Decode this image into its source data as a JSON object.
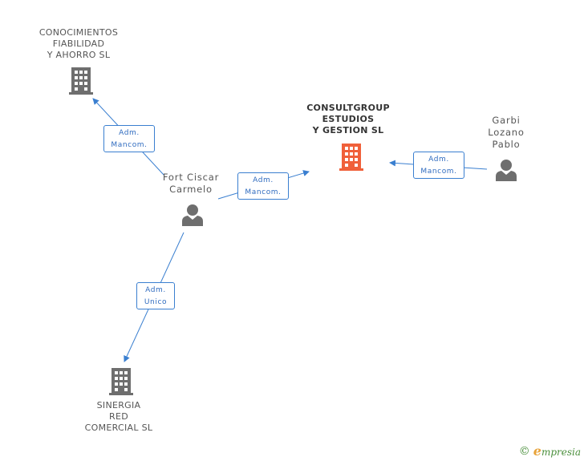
{
  "nodes": {
    "conocimientos": {
      "label": "CONOCIMIENTOS\nFIABILIDAD\nY AHORRO SL",
      "type": "company",
      "color": "#6e6e6e"
    },
    "consultgroup": {
      "label": "CONSULTGROUP\nESTUDIOS\nY GESTION  SL",
      "type": "company",
      "color": "#f0603a"
    },
    "fort": {
      "label": "Fort Ciscar\nCarmelo",
      "type": "person",
      "color": "#6e6e6e"
    },
    "garbi": {
      "label": "Garbi\nLozano\nPablo",
      "type": "person",
      "color": "#6e6e6e"
    },
    "sinergia": {
      "label": "SINERGIA\nRED\nCOMERCIAL SL",
      "type": "company",
      "color": "#6e6e6e"
    }
  },
  "edges": [
    {
      "from": "fort",
      "to": "conocimientos",
      "label_line1": "Adm.",
      "label_line2": "Mancom."
    },
    {
      "from": "fort",
      "to": "consultgroup",
      "label_line1": "Adm.",
      "label_line2": "Mancom."
    },
    {
      "from": "garbi",
      "to": "consultgroup",
      "label_line1": "Adm.",
      "label_line2": "Mancom."
    },
    {
      "from": "fort",
      "to": "sinergia",
      "label_line1": "Adm.",
      "label_line2": "Unico"
    }
  ],
  "footer": {
    "copyright_icon": "copyright-icon",
    "brand_initial": "e",
    "brand_rest": "mpresia"
  },
  "colors": {
    "edge": "#3a7fd0",
    "main_company": "#f0603a",
    "icon_gray": "#6e6e6e",
    "brand": "#4a8f3c"
  }
}
